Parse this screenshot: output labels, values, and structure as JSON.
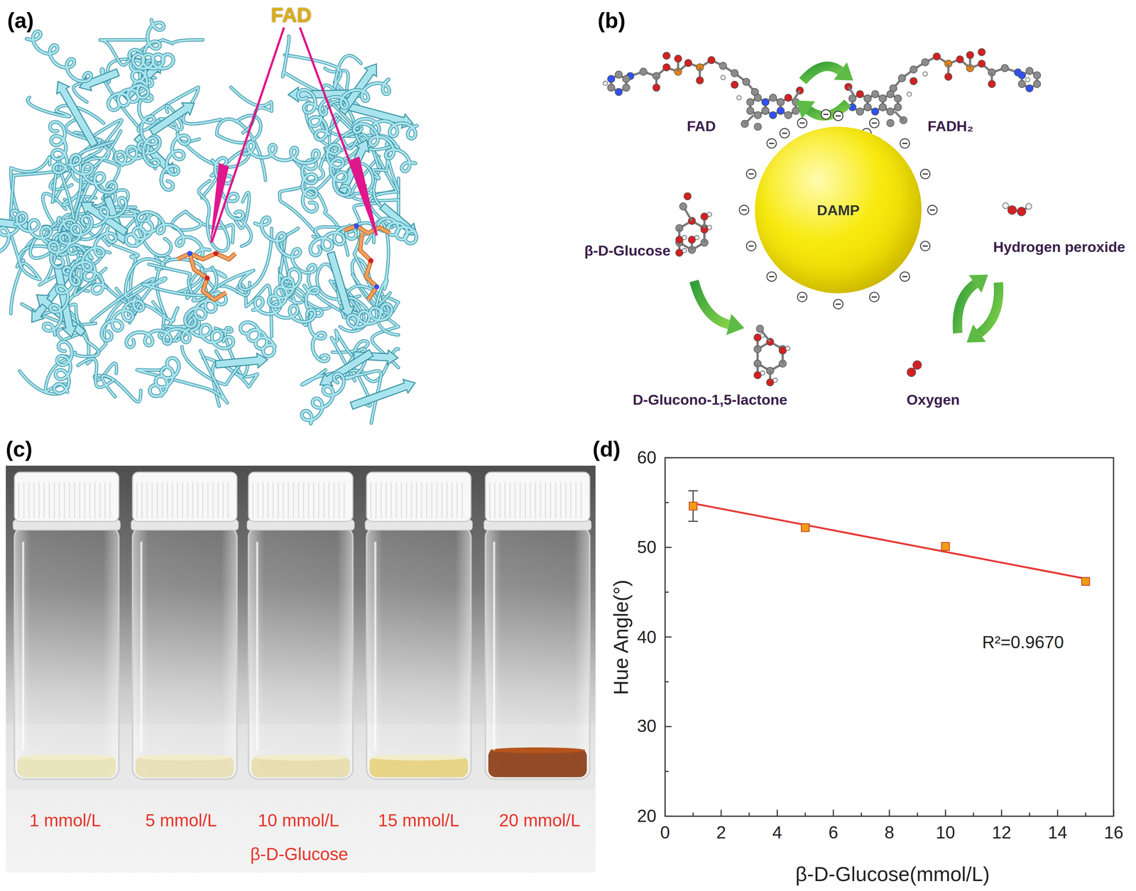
{
  "diagram": {
    "nodes": [
      {
        "text": [
          "DAMP"
        ]
      }
    ],
    "labels": [
      "(a)",
      "FAD",
      "(b)",
      "FAD",
      "FADH₂",
      "β-D-Glucose",
      "Hydrogen peroxide",
      "D-Glucono-1,5-lactone",
      "Oxygen",
      "(c)",
      "1 mmol/L",
      "5 mmol/L",
      "10 mmol/L",
      "15 mmol/L",
      "20 mmol/L",
      "β-D-Glucose",
      "(d)",
      "60",
      "50",
      "40",
      "30",
      "20",
      "0",
      "2",
      "4",
      "6",
      "8",
      "10",
      "12",
      "14",
      "16",
      "Hue Angle(°)",
      "β-D-Glucose(mmol/L)",
      "R²=0.9670"
    ]
  }
}
